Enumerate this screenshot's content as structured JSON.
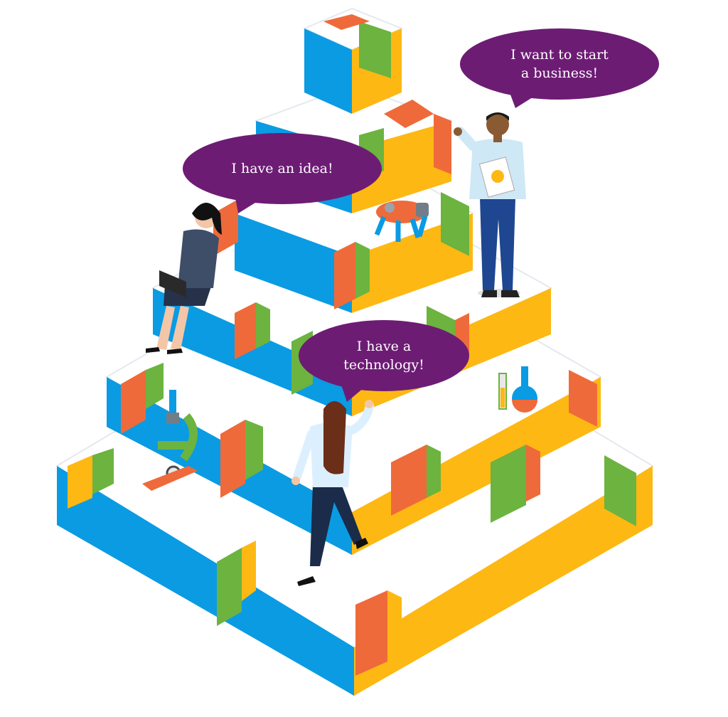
{
  "bubbles": {
    "business": "I want to start\na business!",
    "idea": "I have an idea!",
    "technology": "I have a\ntechnology!"
  },
  "colors": {
    "bubble": "#6d1c74",
    "blue": "#0a9be3",
    "yellow": "#fdb813",
    "orange": "#ef6a3a",
    "green": "#6cb33f",
    "top": "#ffffff",
    "rim": "#e4e9ef"
  }
}
